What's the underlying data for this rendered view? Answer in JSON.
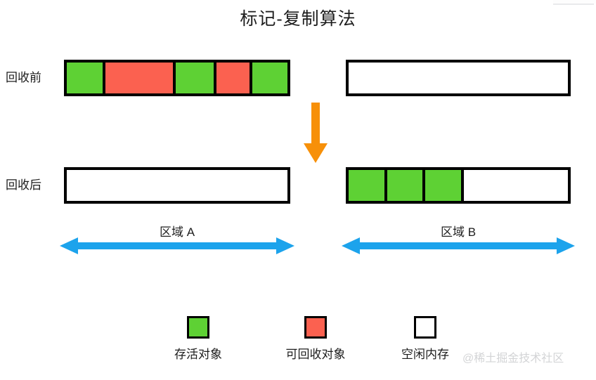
{
  "title": "标记-复制算法",
  "colors": {
    "live_object": "#5ed134",
    "garbage_object": "#fb6150",
    "free_memory": "#ffffff",
    "block_border": "#000000",
    "transition_arrow": "#f79009",
    "span_arrow": "#1ca3ec",
    "text": "#1d1d1d",
    "watermark": "#d3d4d6"
  },
  "rows": [
    {
      "label": "回收前",
      "regions": [
        {
          "name": "区域 A",
          "cells": [
            {
              "kind": "green",
              "flex": 55
            },
            {
              "kind": "red",
              "flex": 104
            },
            {
              "kind": "green",
              "flex": 58
            },
            {
              "kind": "red",
              "flex": 51
            },
            {
              "kind": "green",
              "flex": 54
            }
          ]
        },
        {
          "name": "区域 B",
          "cells": [
            {
              "kind": "white",
              "flex": 320
            }
          ]
        }
      ]
    },
    {
      "label": "回收后",
      "regions": [
        {
          "name": "区域 A",
          "cells": [
            {
              "kind": "white",
              "flex": 322
            }
          ]
        },
        {
          "name": "区域 B",
          "cells": [
            {
              "kind": "green",
              "flex": 54
            },
            {
              "kind": "green",
              "flex": 54
            },
            {
              "kind": "green",
              "flex": 54
            },
            {
              "kind": "white",
              "flex": 158
            }
          ]
        }
      ]
    }
  ],
  "regions": {
    "a": {
      "label": "区域 A"
    },
    "b": {
      "label": "区域 B"
    }
  },
  "legend": [
    {
      "swatch": "green",
      "label": "存活对象"
    },
    {
      "swatch": "red",
      "label": "可回收对象"
    },
    {
      "swatch": "white",
      "label": "空闲内存"
    }
  ],
  "watermark": "@稀土掘金技术社区",
  "icons": {
    "transition": "arrow-down-icon",
    "span_a": "double-headed-arrow-icon",
    "span_b": "double-headed-arrow-icon"
  }
}
